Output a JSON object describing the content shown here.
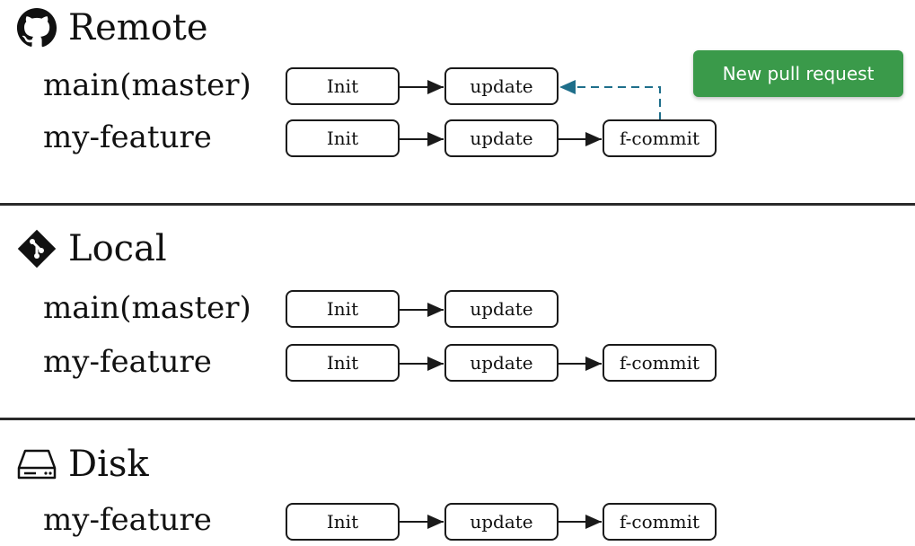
{
  "sections": [
    {
      "title": "Remote",
      "icon": "github-icon",
      "branches": [
        {
          "label": "main(master)",
          "commits": [
            "Init",
            "update"
          ]
        },
        {
          "label": "my-feature",
          "commits": [
            "Init",
            "update",
            "f-commit"
          ]
        }
      ],
      "action": {
        "label": "New pull request",
        "color": "#3a9a4a"
      }
    },
    {
      "title": "Local",
      "icon": "git-icon",
      "branches": [
        {
          "label": "main(master)",
          "commits": [
            "Init",
            "update"
          ]
        },
        {
          "label": "my-feature",
          "commits": [
            "Init",
            "update",
            "f-commit"
          ]
        }
      ]
    },
    {
      "title": "Disk",
      "icon": "hard-drive-icon",
      "branches": [
        {
          "label": "my-feature",
          "commits": [
            "Init",
            "update",
            "f-commit"
          ]
        }
      ]
    }
  ],
  "colors": {
    "arrow": "#1a1a1a",
    "pull_request_link": "#1f6f8b"
  }
}
